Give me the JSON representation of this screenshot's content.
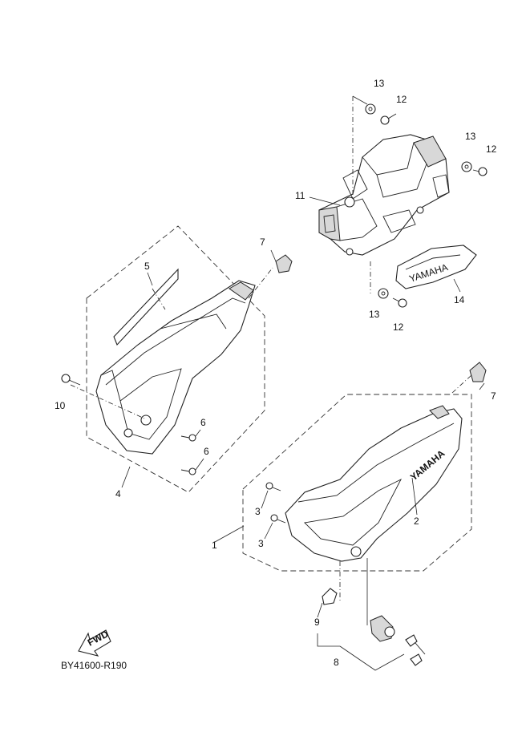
{
  "diagram": {
    "code": "BY41600-R190",
    "fwd_label": "FWD",
    "brand_marks": [
      "YAMAHA",
      "YAMAHA"
    ],
    "callouts": [
      "1",
      "2",
      "3",
      "3",
      "4",
      "5",
      "6",
      "6",
      "7",
      "7",
      "8",
      "9",
      "10",
      "11",
      "12",
      "12",
      "12",
      "13",
      "13",
      "13",
      "14"
    ]
  }
}
